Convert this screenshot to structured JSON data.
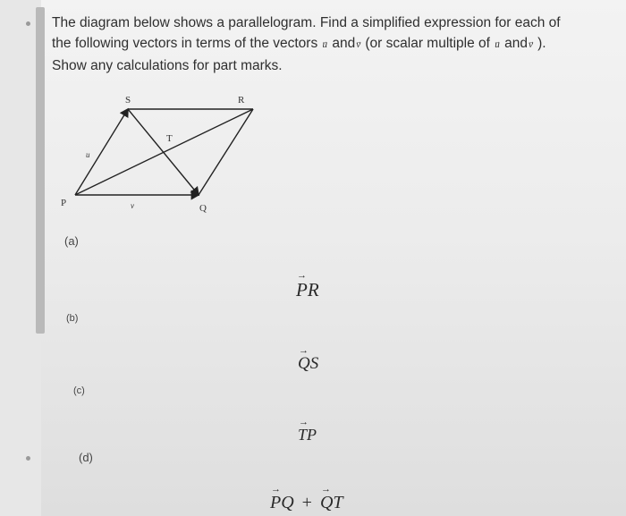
{
  "question": {
    "line1": "The diagram below shows a parallelogram. Find a simplified expression for each of",
    "line2_a": "the following vectors in terms of the vectors ",
    "line2_b": " and",
    "line2_c": " (or scalar multiple of ",
    "line2_d": " and",
    "line2_e": " ).",
    "line3": "Show any calculations for part marks.",
    "vector_u": "u",
    "vector_v": "v"
  },
  "diagram": {
    "labels": {
      "S": "S",
      "R": "R",
      "T": "T",
      "P": "P",
      "Q": "Q",
      "u": "u",
      "v": "v"
    }
  },
  "parts": [
    {
      "label": "(a)",
      "expr_a": "PR"
    },
    {
      "label": "(b)",
      "expr_a": "QS"
    },
    {
      "label": "(c)",
      "expr_a": "TP"
    },
    {
      "label": "(d)",
      "expr_a": "PQ",
      "op": "+",
      "expr_b": "QT"
    }
  ]
}
